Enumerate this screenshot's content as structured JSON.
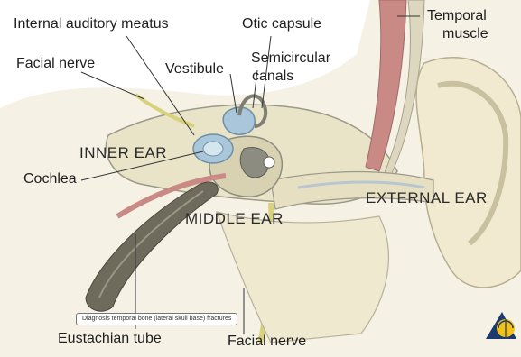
{
  "labels": {
    "internal_auditory_meatus": "Internal auditory meatus",
    "otic_capsule": "Otic capsule",
    "temporal_muscle_line1": "Temporal",
    "temporal_muscle_line2": "muscle",
    "facial_nerve_top": "Facial nerve",
    "vestibule": "Vestibule",
    "semicircular_line1": "Semicircular",
    "semicircular_line2": "canals",
    "cochlea": "Cochlea",
    "eustachian_tube": "Eustachian tube",
    "facial_nerve_bottom": "Facial nerve"
  },
  "regions": {
    "inner_ear": "INNER EAR",
    "middle_ear": "MIDDLE EAR",
    "external_ear": "EXTERNAL EAR"
  },
  "caption": "Diagnosis temporal bone (lateral skull base) fractures",
  "colors": {
    "bone": "#e9e4c8",
    "bone_outline": "#9a9a88",
    "canal_gray": "#8c8c80",
    "tube_brown": "#6e6a5c",
    "muscle_red": "#c98a86",
    "nerve_yellow": "#d8d27a",
    "cochlea_blue": "#a9c6da",
    "skin": "#f4eed6",
    "logo_yellow": "#f2c21a",
    "logo_blue": "#1c3a6e"
  }
}
